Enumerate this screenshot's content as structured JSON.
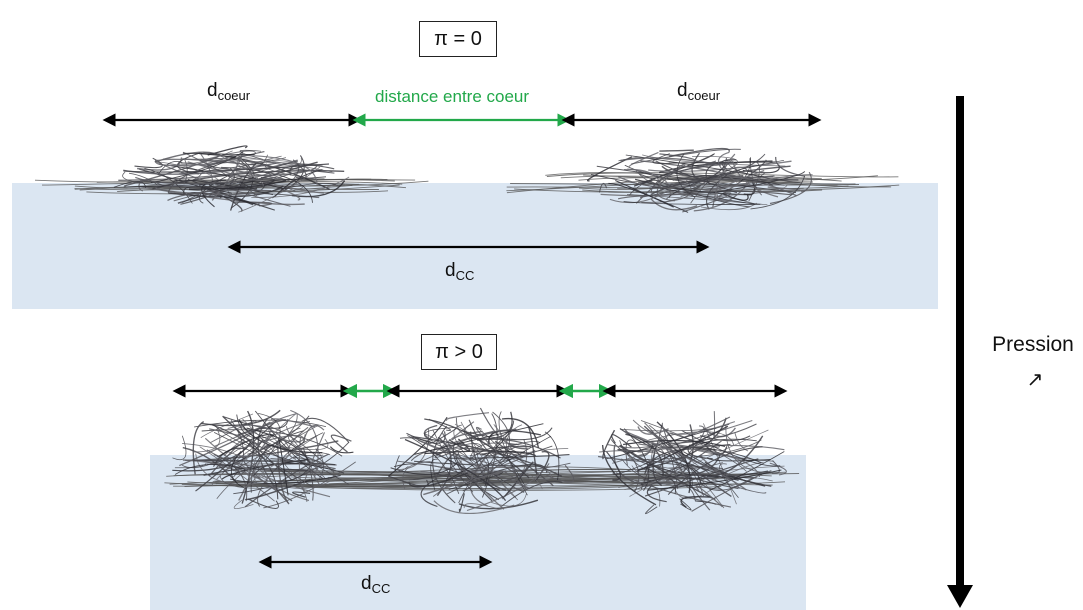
{
  "top_panel": {
    "condition": "π = 0",
    "core_label": "d",
    "core_sub": "coeur",
    "gap_label": "distance entre coeur",
    "cc_label": "d",
    "cc_sub": "CC"
  },
  "bottom_panel": {
    "condition": "π > 0",
    "cc_label": "d",
    "cc_sub": "CC"
  },
  "side": {
    "label": "Pression",
    "trend_symbol": "↗"
  },
  "colors": {
    "water": "#dbe6f2",
    "green": "#22a84a",
    "polymer": "#3a3a3a",
    "arrow": "#000000"
  }
}
